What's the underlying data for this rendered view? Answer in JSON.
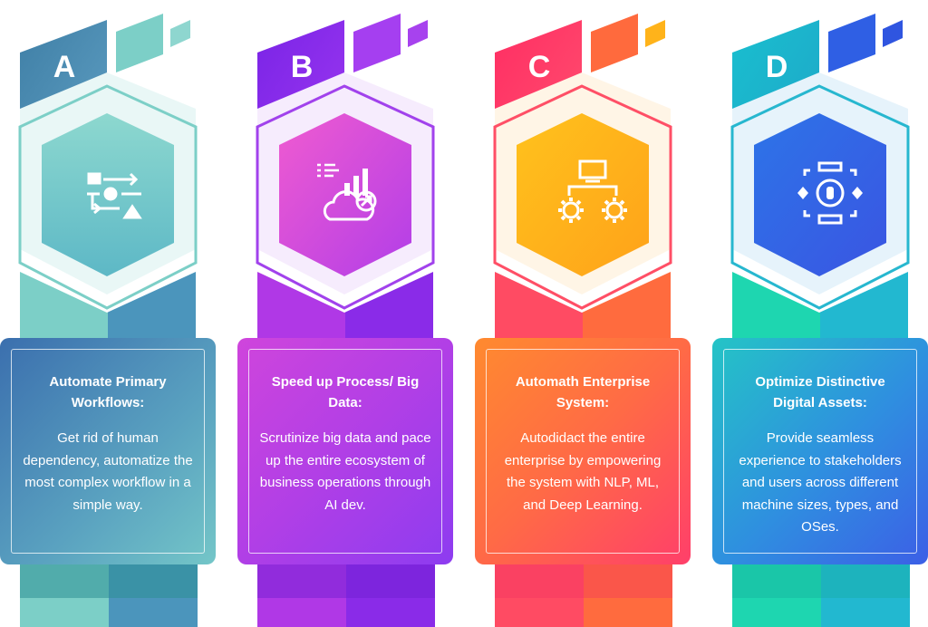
{
  "cards": [
    {
      "letter": "A",
      "icon": "workflow-icon",
      "title": "Automate Primary Workflows:",
      "description": "Get rid of human dependency, automatize the most complex workflow in a simple way.",
      "colors": {
        "top": "#4a8fb0",
        "hex": "#7fd0c6",
        "card_from": "#3b6fae",
        "card_to": "#6fc0c6"
      }
    },
    {
      "letter": "B",
      "icon": "cloud-analytics-icon",
      "title": "Speed up Process/ Big Data:",
      "description": "Scrutinize big data and pace up the entire ecosystem of business operations through AI dev.",
      "colors": {
        "top": "#7a2ee0",
        "hex": "#e255d6",
        "card_from": "#b13fe6",
        "card_to": "#8d3cf0"
      }
    },
    {
      "letter": "C",
      "icon": "enterprise-gears-icon",
      "title": "Automath Enterprise System:",
      "description": "Autodidact the entire enterprise by empowering the system with NLP, ML, and Deep Learning.",
      "colors": {
        "top": "#ff3e66",
        "hex": "#ffb21c",
        "card_from": "#ff6e3f",
        "card_to": "#ff3f6a"
      }
    },
    {
      "letter": "D",
      "icon": "digital-asset-icon",
      "title": "Optimize Distinctive Digital Assets:",
      "description": "Provide seamless experience to stakeholders and users across different machine sizes, types, and OSes.",
      "colors": {
        "top": "#1fb9c9",
        "hex": "#2f63e6",
        "card_from": "#25c0c8",
        "card_to": "#3c5fe6"
      }
    }
  ]
}
